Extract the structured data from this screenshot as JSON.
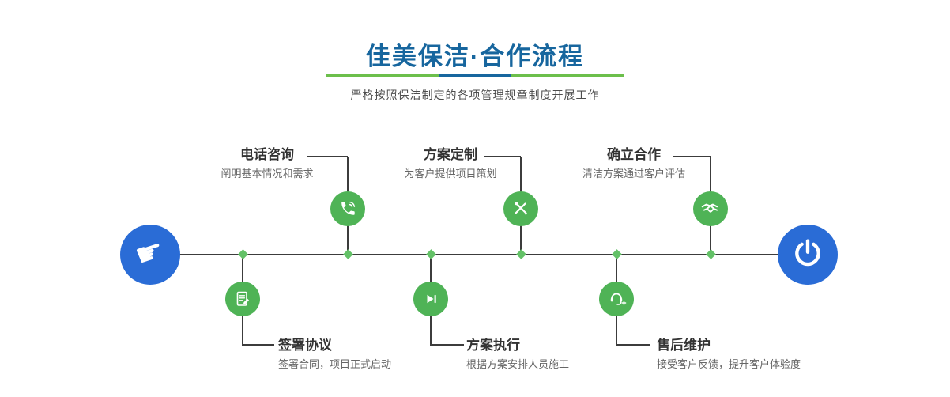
{
  "header": {
    "title": "佳美保洁·合作流程",
    "subtitle": "严格按照保洁制定的各项管理规章制度开展工作"
  },
  "colors": {
    "title_blue": "#17669e",
    "accent_blue": "#2a6cd6",
    "green": "#4fb356",
    "diamond_green": "#63c167",
    "line": "#3c3c3c"
  },
  "timeline": {
    "start_icon": "pointing-hand-icon",
    "end_icon": "power-icon"
  },
  "steps": [
    {
      "title": "电话咨询",
      "desc": "阐明基本情况和需求",
      "icon": "phone-icon",
      "row": "top"
    },
    {
      "title": "方案定制",
      "desc": "为客户提供项目策划",
      "icon": "design-icon",
      "row": "top"
    },
    {
      "title": "确立合作",
      "desc": "清洁方案通过客户评估",
      "icon": "handshake-icon",
      "row": "top"
    },
    {
      "title": "签署协议",
      "desc": "签署合同，项目正式启动",
      "icon": "contract-icon",
      "row": "bottom"
    },
    {
      "title": "方案执行",
      "desc": "根据方案安排人员施工",
      "icon": "execute-icon",
      "row": "bottom"
    },
    {
      "title": "售后维护",
      "desc": "接受客户反馈，提升客户体验度",
      "icon": "headset-icon",
      "row": "bottom"
    }
  ]
}
